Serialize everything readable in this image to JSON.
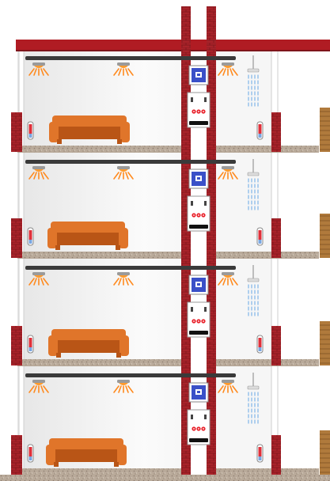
{
  "diagram": {
    "type": "building-cross-section",
    "floor_count": 4,
    "colors": {
      "brick": "#a8232a",
      "brick_dark": "#7e151b",
      "roof": "#b01c23",
      "wall": "#f1f1f1",
      "wall_edge": "#c9c9c9",
      "floor_slab": "#b9aa9a",
      "sofa": "#e0752a",
      "sofa_dark": "#b95516",
      "rail": "#3a3a3a",
      "heater_body": "#ff9a2c",
      "boiler": "#3a50c8",
      "radiator_red": "#e8202a",
      "thermo_red": "#e0303a",
      "shower": "#7fb5e8",
      "wood": "#b07a3c"
    },
    "floors": [
      {
        "level": 4,
        "items": [
          "ceiling-heater-icon",
          "ceiling-heater-icon",
          "ceiling-heater-icon",
          "sofa-icon",
          "thermostat-icon",
          "thermostat-icon",
          "boiler-icon",
          "radiator-icon",
          "shower-icon"
        ]
      },
      {
        "level": 3,
        "items": [
          "ceiling-heater-icon",
          "ceiling-heater-icon",
          "ceiling-heater-icon",
          "sofa-icon",
          "thermostat-icon",
          "thermostat-icon",
          "boiler-icon",
          "radiator-icon",
          "shower-icon"
        ]
      },
      {
        "level": 2,
        "items": [
          "ceiling-heater-icon",
          "ceiling-heater-icon",
          "ceiling-heater-icon",
          "sofa-icon",
          "thermostat-icon",
          "thermostat-icon",
          "boiler-icon",
          "radiator-icon",
          "shower-icon"
        ]
      },
      {
        "level": 1,
        "items": [
          "ceiling-heater-icon",
          "ceiling-heater-icon",
          "ceiling-heater-icon",
          "sofa-icon",
          "thermostat-icon",
          "thermostat-icon",
          "boiler-icon",
          "radiator-icon",
          "shower-icon"
        ]
      }
    ]
  }
}
